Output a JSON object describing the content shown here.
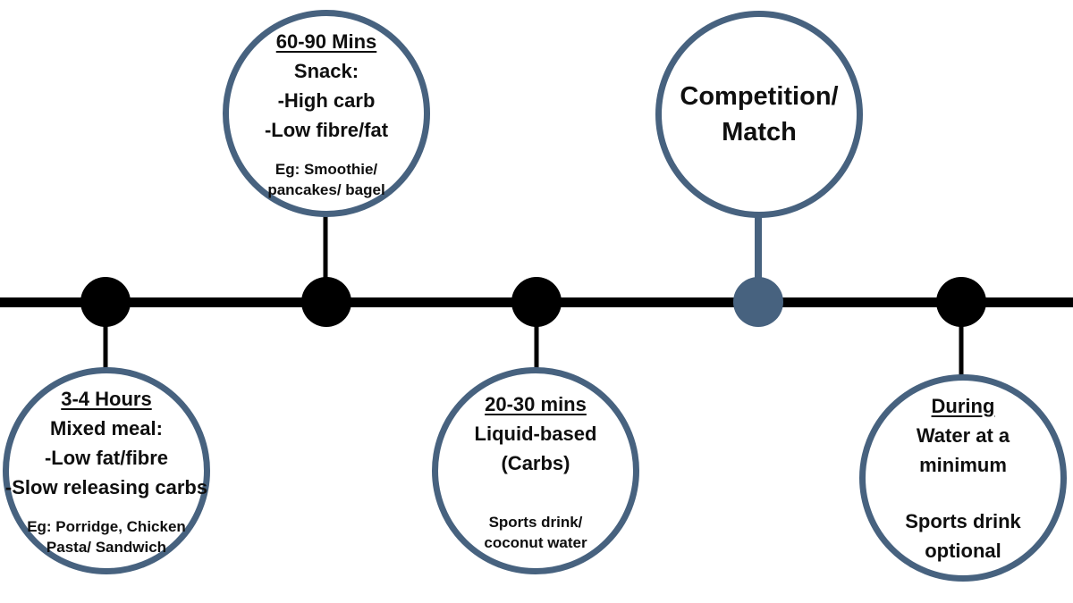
{
  "diagram": {
    "type": "timeline",
    "topic": "match-day nutrition timing",
    "colors": {
      "accent": "#47627f",
      "axis": "#000000",
      "text": "#0f0f0f",
      "background": "#ffffff"
    }
  },
  "bubbles": [
    {
      "id": "meal",
      "position": "below-axis",
      "title": "3-4 Hours",
      "lines": [
        "Mixed meal:",
        "-Low fat/fibre",
        "-Slow releasing carbs"
      ],
      "example": [
        "Eg: Porridge, Chicken",
        "Pasta/ Sandwich"
      ]
    },
    {
      "id": "snack",
      "position": "above-axis",
      "title": "60-90 Mins",
      "lines": [
        "Snack:",
        "-High carb",
        "-Low fibre/fat"
      ],
      "example": [
        "Eg: Smoothie/",
        "pancakes/ bagel"
      ]
    },
    {
      "id": "liquid",
      "position": "below-axis",
      "title": "20-30 mins",
      "lines": [
        "Liquid-based",
        "(Carbs)"
      ],
      "example": [
        "Sports drink/",
        "coconut water"
      ]
    },
    {
      "id": "competition",
      "position": "above-axis",
      "lines": [
        "Competition/",
        "Match"
      ]
    },
    {
      "id": "during",
      "position": "below-axis",
      "title": "During",
      "lines": [
        "Water at a",
        "minimum"
      ],
      "example": [
        "Sports drink",
        "optional"
      ]
    }
  ]
}
